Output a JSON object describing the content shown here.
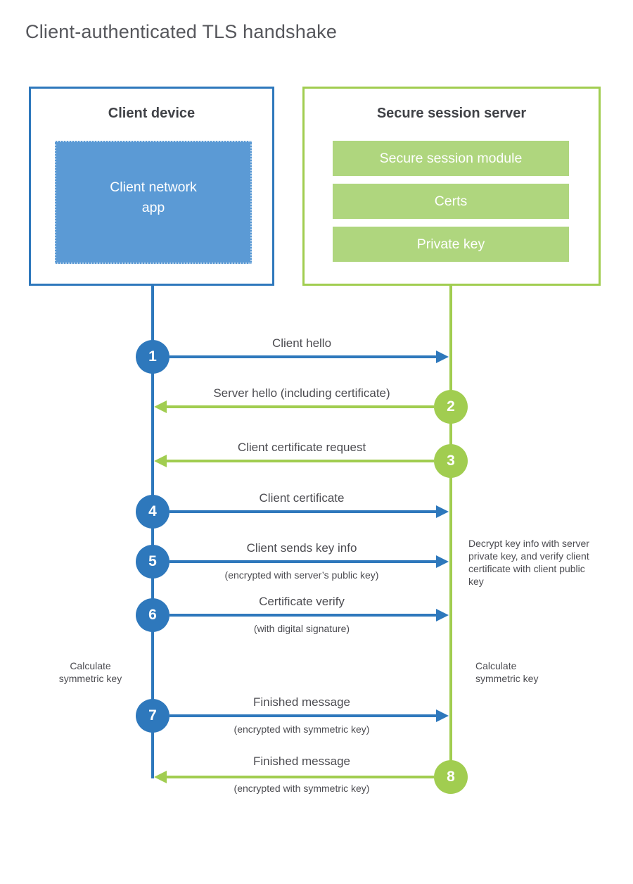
{
  "title": "Client-authenticated TLS handshake",
  "colors": {
    "blue": "#2e78bc",
    "blue_light": "#5b9ad5",
    "green": "#a1cd50",
    "green_light": "#afd67e",
    "heading_text": "#404247",
    "label_text": "#4c4c51",
    "title_text": "#56575c",
    "bar_text": "#ffffff"
  },
  "client_box": {
    "title": "Client device",
    "app_line1": "Client network",
    "app_line2": "app"
  },
  "server_box": {
    "title": "Secure session server",
    "modules": [
      "Secure session module",
      "Certs",
      "Private key"
    ]
  },
  "messages": [
    {
      "num": "1",
      "label": "Client hello",
      "sub": "",
      "direction": "client-to-server",
      "color": "blue"
    },
    {
      "num": "2",
      "label": "Server hello (including certificate)",
      "sub": "",
      "direction": "server-to-client",
      "color": "green"
    },
    {
      "num": "3",
      "label": "Client certificate request",
      "sub": "",
      "direction": "server-to-client",
      "color": "green"
    },
    {
      "num": "4",
      "label": "Client certificate",
      "sub": "",
      "direction": "client-to-server",
      "color": "blue"
    },
    {
      "num": "5",
      "label": "Client sends key info",
      "sub": "(encrypted with server’s public key)",
      "direction": "client-to-server",
      "color": "blue"
    },
    {
      "num": "6",
      "label": "Certificate verify",
      "sub": "(with digital signature)",
      "direction": "client-to-server",
      "color": "blue"
    },
    {
      "num": "7",
      "label": "Finished message",
      "sub": "(encrypted with symmetric key)",
      "direction": "client-to-server",
      "color": "blue"
    },
    {
      "num": "8",
      "label": "Finished message",
      "sub": "(encrypted with symmetric key)",
      "direction": "server-to-client",
      "color": "green"
    }
  ],
  "notes": {
    "decrypt": "Decrypt key info with server private key, and verify client certificate with client public key",
    "calc_left": "Calculate symmetric key",
    "calc_right": "Calculate symmetric key"
  }
}
